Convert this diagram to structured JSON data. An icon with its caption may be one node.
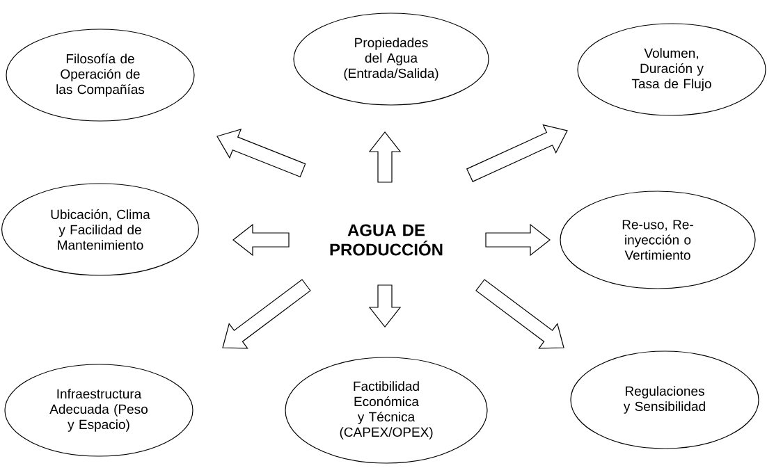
{
  "diagram": {
    "nodes": [
      {
        "text": [
          "Filosofía de Operación de las Compañías"
        ]
      },
      {
        "text": [
          "Propiedades del Agua (Entrada/Salida)"
        ]
      },
      {
        "text": [
          "Volumen, Duración y Tasa de Flujo"
        ]
      },
      {
        "text": [
          "Ubicación, Clima y Facilidad de Mantenimiento"
        ]
      },
      {
        "text": [
          "AGUA DE PRODUCCIÓN"
        ]
      },
      {
        "text": [
          "Re-uso, Re-inyección o Vertimiento"
        ]
      },
      {
        "text": [
          "Infraestructura Adecuada (Peso y Espacio)"
        ]
      },
      {
        "text": [
          "Factibilidad Económica y Técnica (CAPEX/OPEX)"
        ]
      },
      {
        "text": [
          "Regulaciones y Sensibilidad"
        ]
      }
    ],
    "edges": [
      {
        "from": 4,
        "to": 0,
        "arrow": "to"
      },
      {
        "from": 4,
        "to": 1,
        "arrow": "to"
      },
      {
        "from": 4,
        "to": 2,
        "arrow": "to"
      },
      {
        "from": 4,
        "to": 3,
        "arrow": "to"
      },
      {
        "from": 4,
        "to": 5,
        "arrow": "to"
      },
      {
        "from": 4,
        "to": 6,
        "arrow": "to"
      },
      {
        "from": 4,
        "to": 7,
        "arrow": "to"
      },
      {
        "from": 4,
        "to": 8,
        "arrow": "to"
      }
    ]
  }
}
